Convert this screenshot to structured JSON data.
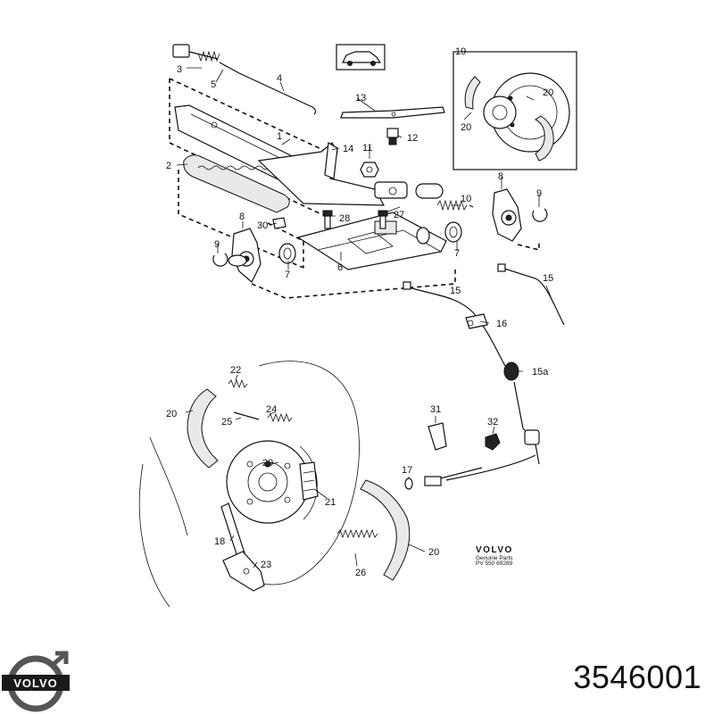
{
  "callouts": {
    "c1": "1",
    "c2": "2",
    "c3": "3",
    "c4": "4",
    "c5": "5",
    "c6": "6",
    "c7a": "7",
    "c7b": "7",
    "c8a": "8",
    "c8b": "8",
    "c9a": "9",
    "c9b": "9",
    "c10": "10",
    "c11": "11",
    "c12": "12",
    "c13": "13",
    "c14": "14",
    "c15a": "15",
    "c15b": "15",
    "c15s": "15a",
    "c16": "16",
    "c17": "17",
    "c18": "18",
    "c19": "19",
    "c20a": "20",
    "c20b": "20",
    "c20c": "20",
    "c20d": "20",
    "c21": "21",
    "c22": "22",
    "c23": "23",
    "c24": "24",
    "c25": "25",
    "c26": "26",
    "c27": "27",
    "c28": "28",
    "c29": "29",
    "c30": "30",
    "c31": "31",
    "c32": "32"
  },
  "brand_block": {
    "brand": "VOLVO",
    "subtitle": "Genuine Parts",
    "code": "PV 550 69289"
  },
  "logo": {
    "text": "VOLVO",
    "color": "#1a1a1a"
  },
  "part_number": "3546001"
}
